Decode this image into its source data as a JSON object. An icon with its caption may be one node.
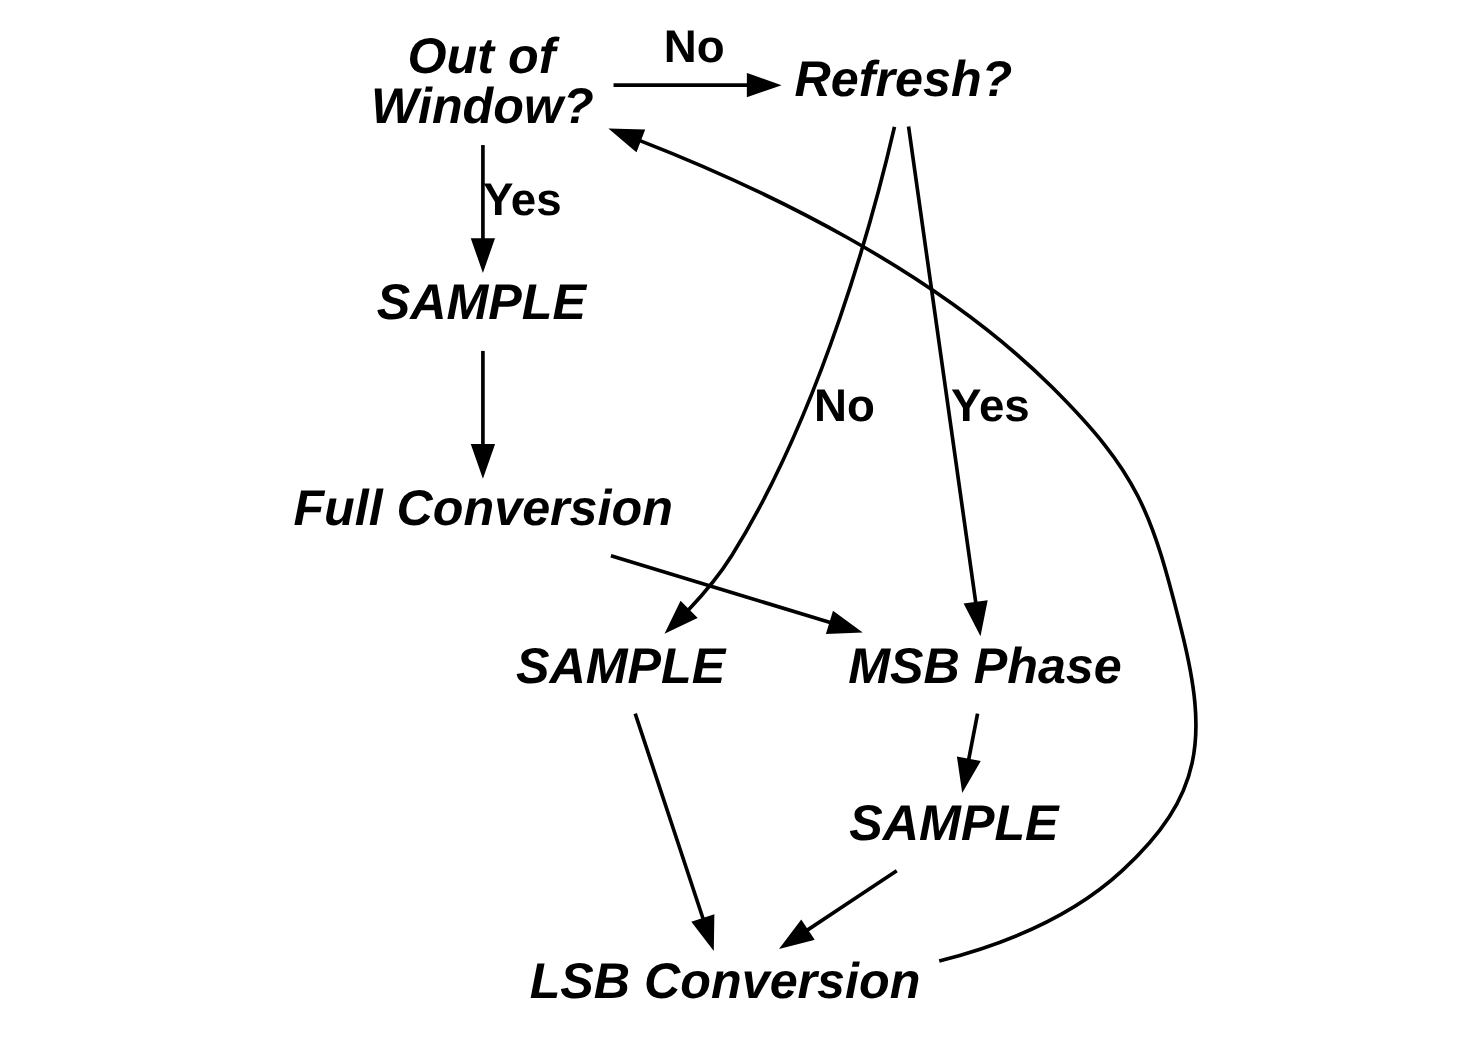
{
  "diagram": {
    "nodes": [
      {
        "text": [
          "SAMPLE"
        ]
      },
      {
        "text": [
          "Full Conversion"
        ]
      },
      {
        "text": [
          "Refresh?"
        ]
      },
      {
        "text": [
          "Out of Window?"
        ]
      },
      {
        "text": [
          "SAMPLE"
        ]
      },
      {
        "text": [
          "MSB Phase"
        ]
      },
      {
        "text": [
          "SAMPLE"
        ]
      },
      {
        "text": [
          "LSB Conversion"
        ]
      }
    ],
    "edges": [
      {
        "from": 0,
        "to": 1,
        "arrow": "to"
      },
      {
        "from": 1,
        "to": 5,
        "arrow": "to"
      },
      {
        "from": 5,
        "to": 6,
        "arrow": "to"
      },
      {
        "from": 6,
        "to": 7,
        "arrow": "to"
      },
      {
        "from": 7,
        "to": 3,
        "arrow": "to"
      },
      {
        "from": 3,
        "to": 0,
        "arrow": "to",
        "label": "Yes"
      },
      {
        "from": 3,
        "to": 2,
        "arrow": "to",
        "label": "No"
      },
      {
        "from": 2,
        "to": 5,
        "arrow": "to",
        "label": "Yes"
      },
      {
        "from": 2,
        "to": 4,
        "arrow": "to",
        "label": "No"
      },
      {
        "from": 4,
        "to": 7,
        "arrow": "to"
      }
    ]
  }
}
